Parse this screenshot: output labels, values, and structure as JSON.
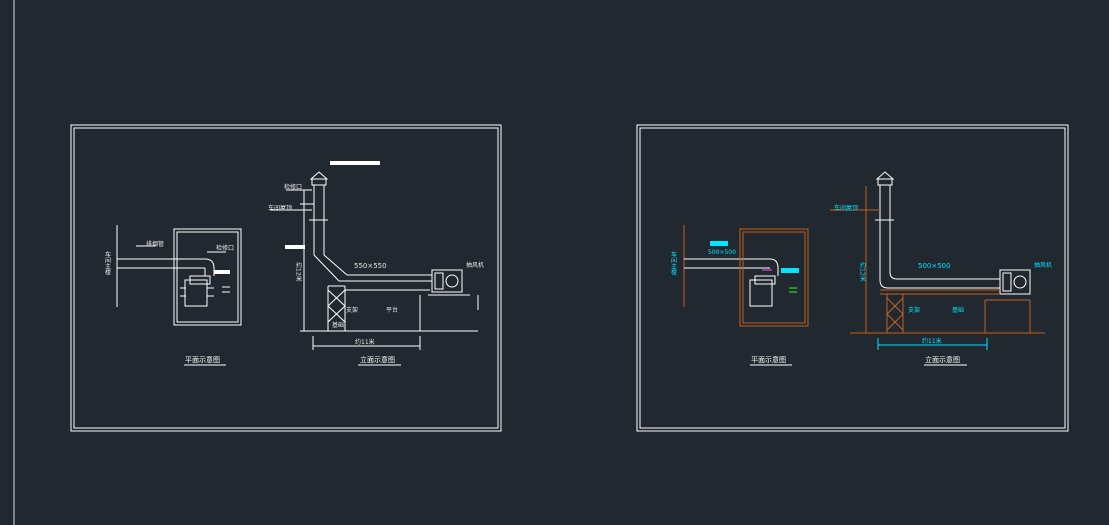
{
  "viewport": {
    "background": "#212830"
  },
  "colors": {
    "line": "#ffffff",
    "cyan": "#00e5ff",
    "orange": "#c0621e",
    "green": "#2cff2c",
    "magenta": "#ff40ff"
  },
  "sheet_left": {
    "duct_size": "550×550",
    "labels": {
      "main_building": "车间主楼",
      "smoke_pipe": "排烟管",
      "inspection_port_plan": "检修口",
      "inspection_port_elev": "检修口",
      "workshop_roof": "车间屋顶",
      "fan": "抽风机",
      "support": "支架",
      "foundation": "基础",
      "platform": "平台",
      "height_dim": "约12米",
      "length_dim": "约11米"
    },
    "titles": {
      "plan": "平面示意图",
      "elevation": "立面示意图"
    }
  },
  "sheet_right": {
    "duct_size_plan": "500×500",
    "duct_size_elev": "500×500",
    "labels": {
      "main_building": "车间主楼",
      "workshop_roof": "车间屋顶",
      "fan": "抽风机",
      "support": "支架",
      "foundation": "基础",
      "height_dim": "约12米",
      "length_dim": "约11米"
    },
    "titles": {
      "plan": "平面示意图",
      "elevation": "立面示意图"
    }
  }
}
